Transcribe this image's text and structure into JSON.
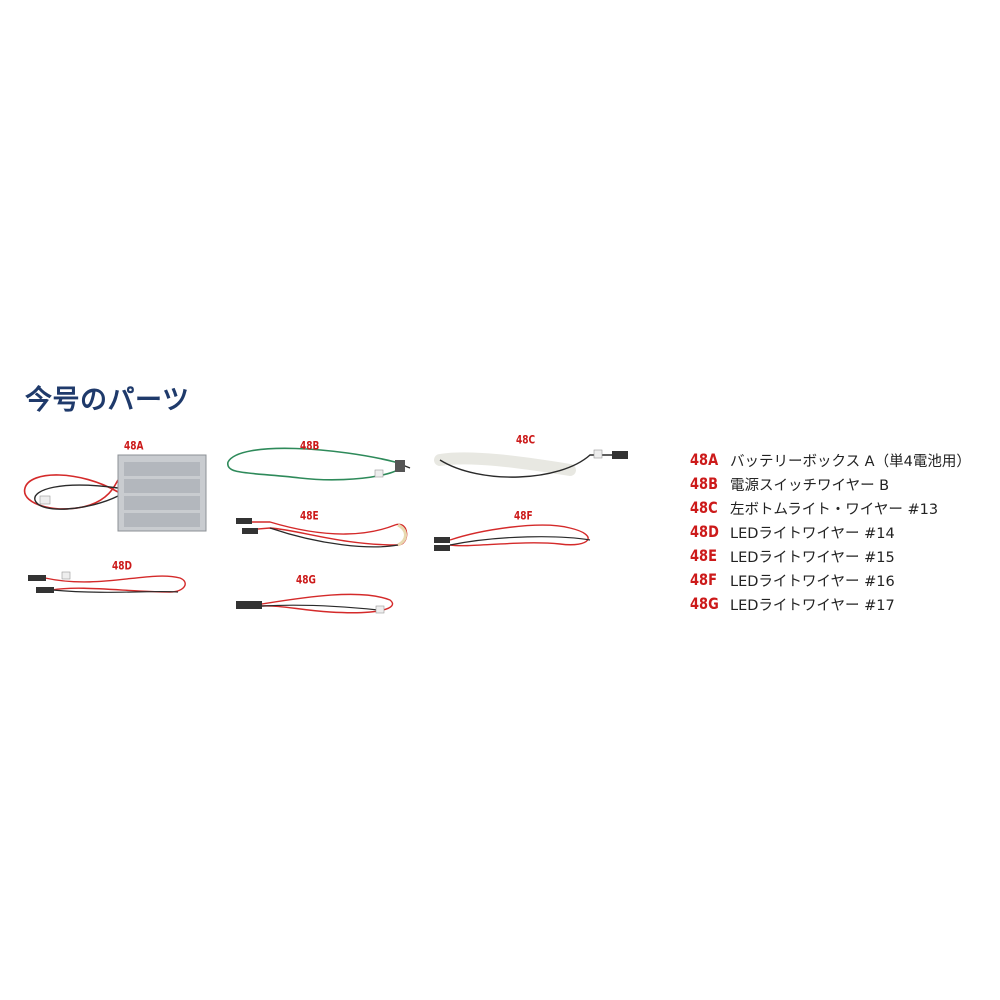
{
  "title": "今号のパーツ",
  "colors": {
    "title": "#1f3a6b",
    "code": "#cc1a1a",
    "wire_red": "#d42a2a",
    "wire_green": "#2e8a5a",
    "wire_black": "#2a2a2a"
  },
  "photo_tags": [
    "48A",
    "48B",
    "48C",
    "48D",
    "48E",
    "48F",
    "48G"
  ],
  "parts": [
    {
      "code": "48A",
      "name": "バッテリーボックス A（単4電池用）"
    },
    {
      "code": "48B",
      "name": "電源スイッチワイヤー B"
    },
    {
      "code": "48C",
      "name": "左ボトムライト・ワイヤー #13"
    },
    {
      "code": "48D",
      "name": "LEDライトワイヤー #14"
    },
    {
      "code": "48E",
      "name": "LEDライトワイヤー #15"
    },
    {
      "code": "48F",
      "name": "LEDライトワイヤー #16"
    },
    {
      "code": "48G",
      "name": "LEDライトワイヤー #17"
    }
  ]
}
